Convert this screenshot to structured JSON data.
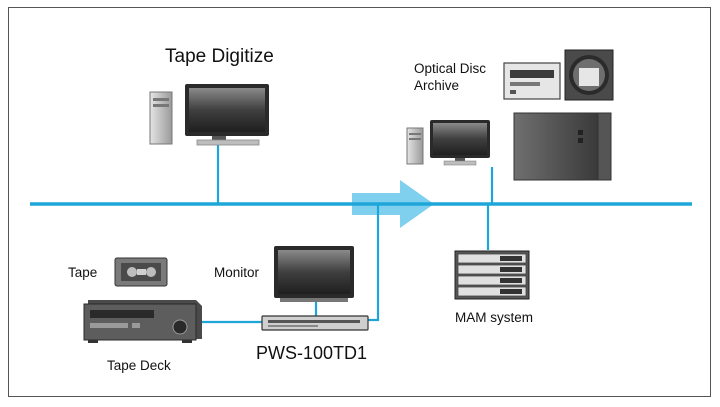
{
  "labels": {
    "tape_digitize": "Tape Digitize",
    "optical_disc_archive_line1": "Optical Disc",
    "optical_disc_archive_line2": "Archive",
    "tape": "Tape",
    "monitor": "Monitor",
    "mam_system": "MAM system",
    "tape_deck": "Tape Deck",
    "pws": "PWS-100TD1"
  },
  "colors": {
    "network_line": "#1fa6d8",
    "arrow": "#7fd0ef",
    "device_dark": "#3a3a3a",
    "device_mid": "#777777",
    "device_light": "#d6d6d6"
  },
  "icons": [
    "desktop-computer-icon",
    "optical-disc-drive-icon",
    "optical-disc-cartridge-icon",
    "archive-library-icon",
    "tape-cassette-icon",
    "monitor-icon",
    "server-rack-icon",
    "tape-deck-icon",
    "pws-unit-icon",
    "flow-arrow-icon"
  ]
}
